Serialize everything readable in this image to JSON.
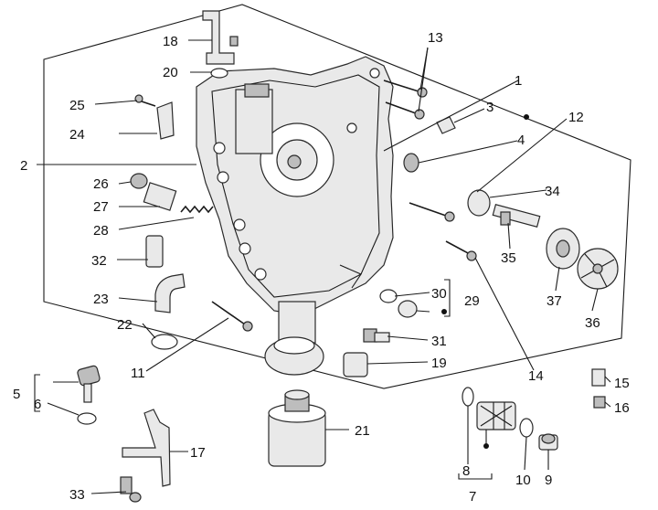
{
  "callouts": {
    "n1": "1",
    "n2": "2",
    "n3": "3",
    "n4": "4",
    "n5": "5",
    "n6": "6",
    "n7": "7",
    "n8": "8",
    "n9": "9",
    "n10": "10",
    "n11": "11",
    "n12": "12",
    "n13": "13",
    "n14": "14",
    "n15": "15",
    "n16": "16",
    "n17": "17",
    "n18": "18",
    "n19": "19",
    "n20": "20",
    "n21": "21",
    "n22": "22",
    "n23": "23",
    "n24": "24",
    "n25": "25",
    "n26": "26",
    "n27": "27",
    "n28": "28",
    "n29": "29",
    "n30": "30",
    "n31": "31",
    "n32": "32",
    "n33": "33",
    "n34": "34",
    "n35": "35",
    "n36": "36",
    "n37": "37"
  },
  "colors": {
    "line": "#1a1a1a",
    "part_fill": "#e9e9e9",
    "part_dark": "#bdbdbd",
    "background": "#ffffff"
  }
}
